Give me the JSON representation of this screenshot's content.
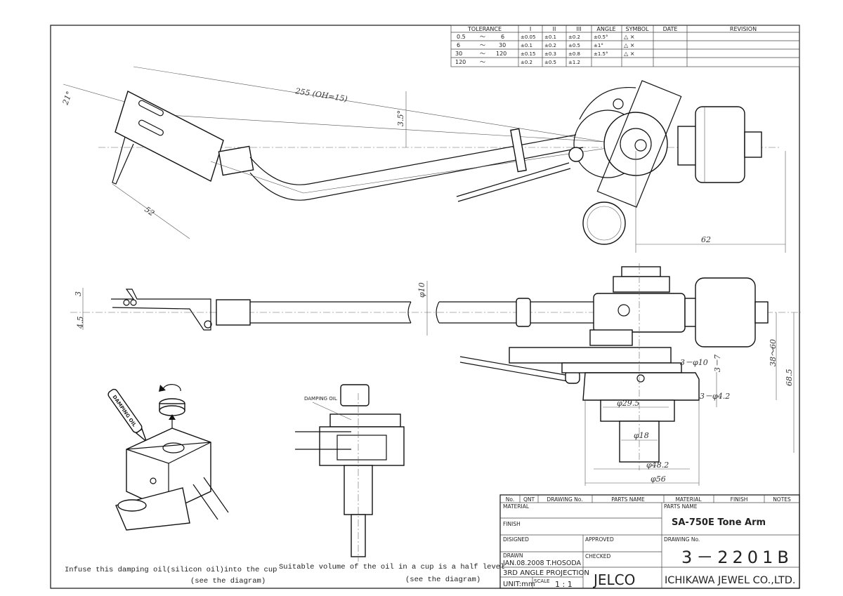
{
  "tolerance_table": {
    "headers": [
      "TOLERANCE",
      "I",
      "II",
      "III",
      "ANGLE",
      "SYMBOL",
      "DATE",
      "REVISION"
    ],
    "rows": [
      {
        "from": "0.5",
        "sep": "～",
        "to": "6",
        "i": "±0.05",
        "ii": "±0.1",
        "iii": "±0.2",
        "angle": "±0.5°",
        "symbol": "△ ×"
      },
      {
        "from": "6",
        "sep": "～",
        "to": "30",
        "i": "±0.1",
        "ii": "±0.2",
        "iii": "±0.5",
        "angle": "±1°",
        "symbol": "△ ×"
      },
      {
        "from": "30",
        "sep": "～",
        "to": "120",
        "i": "±0.15",
        "ii": "±0.3",
        "iii": "±0.8",
        "angle": "±1.5°",
        "symbol": "△ ×"
      },
      {
        "from": "120",
        "sep": "～",
        "to": "",
        "i": "±0.2",
        "ii": "±0.5",
        "iii": "±1.2",
        "angle": "",
        "symbol": ""
      }
    ]
  },
  "dimensions": {
    "offset_angle": "21°",
    "effective_length": "255 (OH=15)",
    "angle_3_5": "3.5°",
    "headshell_52": "52",
    "pivot_62": "62",
    "side_3": "3",
    "side_4_5": "4.5",
    "tube_dia": "φ10",
    "holes_10": "3－φ10",
    "depth_3_7": "3－7",
    "height_38_60": "38～60",
    "height_68_5": "68.5",
    "dia_29_5": "φ29.5",
    "holes_4_2": "3－φ4.2",
    "dia_18": "φ18",
    "dia_48_2": "φ48.2",
    "dia_56": "φ56"
  },
  "illustrations": {
    "bottle_label": "DAMPING OIL",
    "cutaway_label": "DAMPING OIL",
    "caption1_line1": "Infuse this damping oil(silicon oil)into the cup",
    "caption1_line2": "(see the diagram)",
    "caption2_line1": "Suitable volume of the oil in a cup is a half level",
    "caption2_line2": "(see the diagram)"
  },
  "title_block": {
    "headers": [
      "No.",
      "QNT",
      "DRAWING No.",
      "PARTS NAME",
      "MATERIAL",
      "FINISH",
      "NOTES"
    ],
    "material_label": "MATERIAL",
    "finish_label": "FINISH",
    "designed_label": "DISIGNED",
    "approved_label": "APPROVED",
    "drawn_label": "DRAWN",
    "drawn_value": "JAN.08.2008  T.HOSODA",
    "checked_label": "CHECKED",
    "projection": "3RD ANGLE PROJECTION",
    "unit": "UNIT:mm",
    "scale_label": "SCALE",
    "scale_value": "1 : 1",
    "parts_name_label": "PARTS NAME",
    "parts_name": "SA-750E  Tone Arm",
    "drawing_no_label": "DRAWING No.",
    "drawing_no": "3－2201B",
    "brand": "JELCO",
    "company": "ICHIKAWA JEWEL CO.,LTD."
  }
}
